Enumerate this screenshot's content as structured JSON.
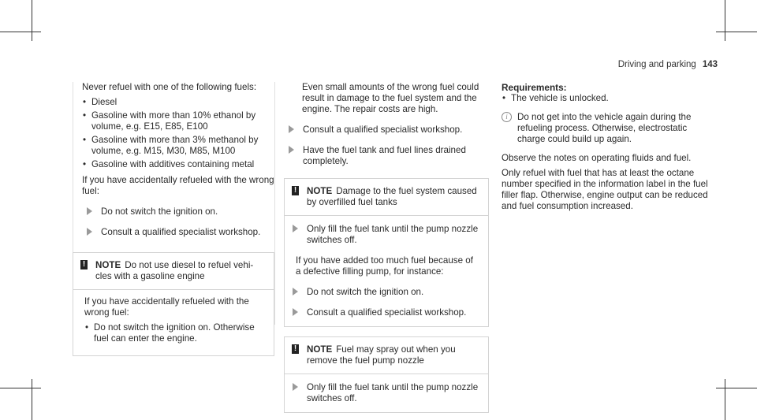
{
  "header": {
    "section": "Driving and parking",
    "page_number": "143"
  },
  "col1": {
    "intro": "Never refuel with one of the following fuels:",
    "fuels": [
      "Diesel",
      "Gasoline with more than 10% ethanol by volume, e.g. E15, E85, E100",
      "Gasoline with more than 3% methanol by volume, e.g. M15, M30, M85, M100",
      "Gasoline with additives containing metal"
    ],
    "if_text": "If you have accidentally refueled with the wrong fuel:",
    "steps": [
      "Do not switch the ignition on.",
      "Consult a qualified specialist workshop."
    ],
    "note": {
      "label": "NOTE",
      "title": "Do not use diesel to refuel vehi-cles with a gasoline engine",
      "body": "If you have accidentally refueled with the wrong fuel:",
      "bullets": [
        "Do not switch the ignition on. Otherwise fuel can enter the engine."
      ]
    }
  },
  "col2": {
    "intro": "Even small amounts of the wrong fuel could result in damage to the fuel system and the engine. The repair costs are high.",
    "steps": [
      "Consult a qualified specialist workshop.",
      "Have the fuel tank and fuel lines drained completely."
    ],
    "note1": {
      "label": "NOTE",
      "title": "Damage to the fuel system caused by overfilled fuel tanks",
      "step1": "Only fill the fuel tank until the pump nozzle switches off.",
      "body": "If you have added too much fuel because of a defective filling pump, for instance:",
      "step2": "Do not switch the ignition on.",
      "step3": "Consult a qualified specialist workshop."
    },
    "note2": {
      "label": "NOTE",
      "title": "Fuel may spray out when you remove the fuel pump nozzle",
      "step1": "Only fill the fuel tank until the pump nozzle switches off."
    }
  },
  "col3": {
    "req_title": "Requirements:",
    "requirements": [
      "The vehicle is unlocked."
    ],
    "info": "Do not get into the vehicle again during the refueling process. Otherwise, electrostatic charge could build up again.",
    "para1": "Observe the notes on operating fluids and fuel.",
    "para2": "Only refuel with fuel that has at least the octane number specified in the information label in the fuel filler flap. Otherwise, engine output can be reduced and fuel consumption increased."
  }
}
